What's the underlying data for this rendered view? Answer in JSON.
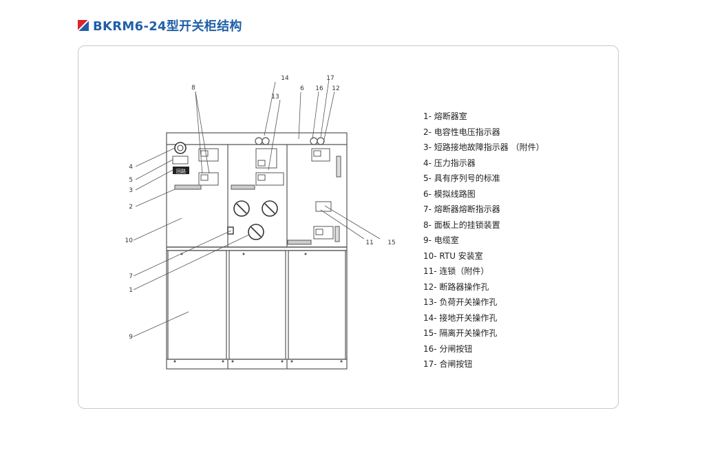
{
  "heading": {
    "title": "BKRM6-24型开关柜结构",
    "icon": "red-blue-square-icon",
    "colors": {
      "title": "#1f5fa8",
      "icon_red": "#d9262c",
      "icon_blue": "#1f5fa8"
    }
  },
  "callouts": [
    "1",
    "2",
    "3",
    "4",
    "5",
    "6",
    "7",
    "8",
    "9",
    "10",
    "11",
    "12",
    "13",
    "14",
    "15",
    "16",
    "17"
  ],
  "panel_labels": {
    "counter": "回路"
  },
  "legend": [
    "1- 熔断器室",
    "2- 电容性电压指示器",
    "3- 短路接地故障指示器 （附件）",
    "4- 压力指示器",
    "5- 具有序列号的标准",
    "6- 模拟线路图",
    "7- 熔断器熔断指示器",
    "8- 面板上的挂锁装置",
    "9- 电缆室",
    "10- RTU 安装室",
    "11- 连锁（附件）",
    "12- 断路器操作孔",
    "13- 负荷开关操作孔",
    "14- 接地开关操作孔",
    "15- 隔离开关操作孔",
    "16- 分闸按钮",
    "17- 合闸按钮"
  ]
}
